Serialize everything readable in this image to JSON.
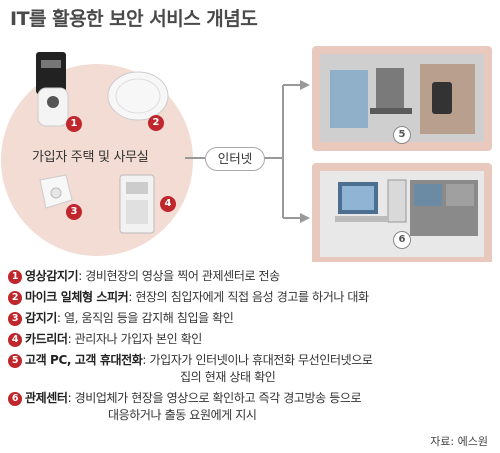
{
  "title": "IT를 활용한 보안 서비스 개념도",
  "diagram": {
    "center_label": "가입자 주택 및 사무실",
    "network_label": "인터넷",
    "device_numbers": [
      "1",
      "2",
      "3",
      "4"
    ],
    "screen_numbers": [
      "5",
      "6"
    ]
  },
  "legend": [
    {
      "num": "1",
      "term": "영상감지기",
      "desc": ": 경비현장의 영상을 찍어 관제센터로 전송"
    },
    {
      "num": "2",
      "term": "마이크 일체형 스피커",
      "desc": ": 현장의 침입자에게 직접 음성 경고를 하거나 대화"
    },
    {
      "num": "3",
      "term": "감지기",
      "desc": ": 열, 움직임 등을 감지해 침입을 확인"
    },
    {
      "num": "4",
      "term": "카드리더",
      "desc": ": 관리자나 가입자 본인 확인"
    },
    {
      "num": "5",
      "term": "고객 PC, 고객 휴대전화",
      "desc": ": 가입자가 인터넷이나 휴대전화 무선인터넷으로",
      "desc2": "집의 현재 상태 확인"
    },
    {
      "num": "6",
      "term": "관제센터",
      "desc": ": 경비업체가 현장을 영상으로 확인하고 즉각 경고방송 등으로",
      "desc2": "대응하거나 출동 요원에게 지시"
    }
  ],
  "source": "자료: 에스원",
  "colors": {
    "accent": "#c0272d",
    "bubble": "#f2dcd3",
    "frame": "#e9c9bd"
  }
}
